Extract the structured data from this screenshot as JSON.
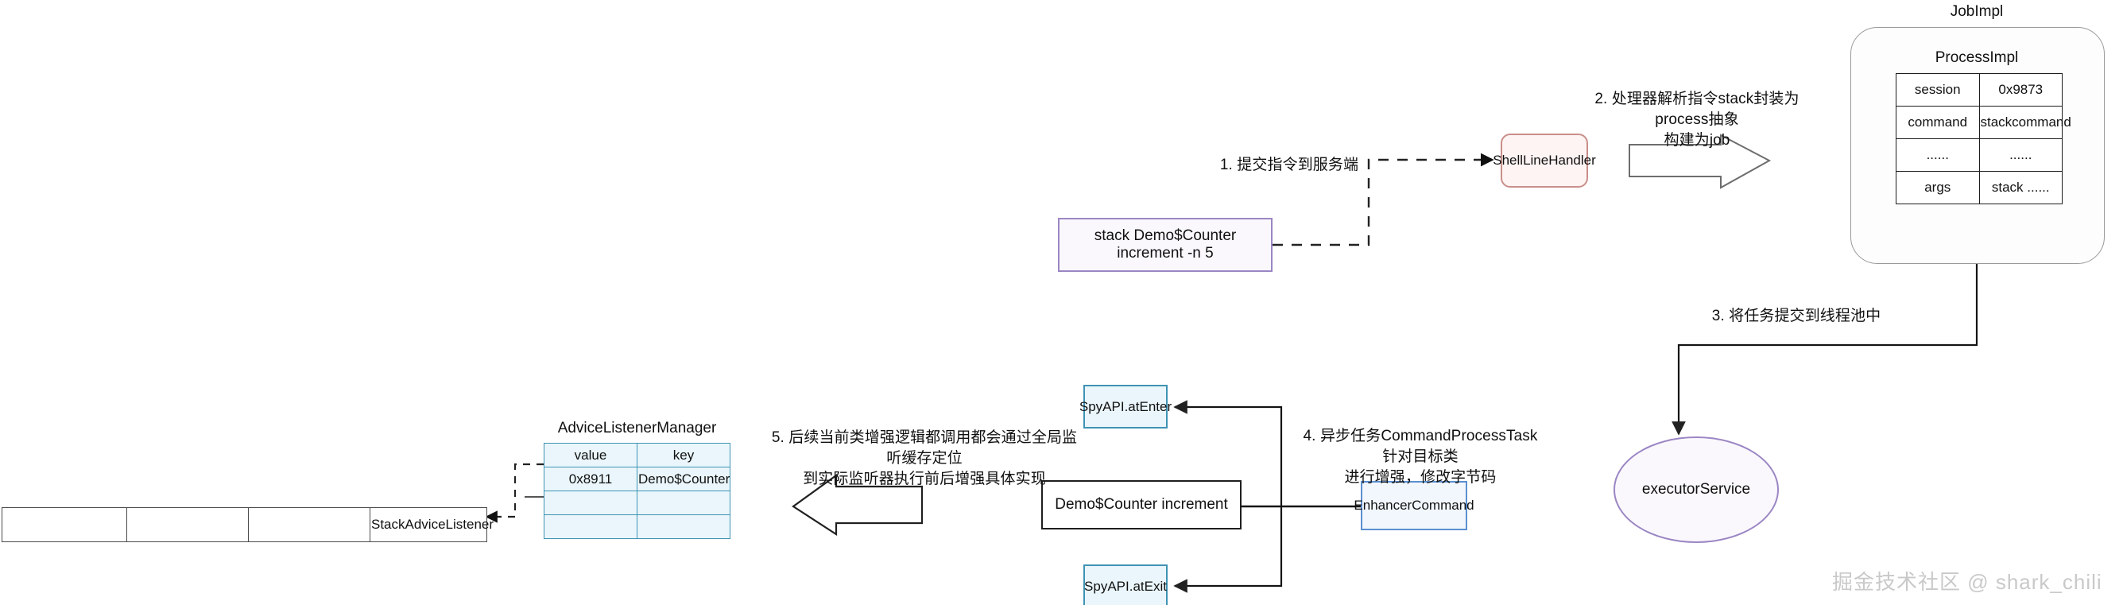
{
  "diagram": {
    "title": "Arthas stack command execution flow",
    "watermark": "掘金技术社区 @ shark_chili"
  },
  "colors": {
    "shell_border": "#c98e8a",
    "command_border": "#9b86c4",
    "spy_border": "#3f93b4",
    "enhancer_border": "#5b8fd0",
    "plain_border": "#1e1e1e",
    "job_border": "#9a9a9a",
    "watermark": "#c9c9c9"
  },
  "nodes": {
    "command_input": {
      "label": "stack Demo$Counter increment  -n 5"
    },
    "shell_line_handler": {
      "label": "ShellLineHandler"
    },
    "job_impl": {
      "label": "JobImpl"
    },
    "process_impl": {
      "label": "ProcessImpl"
    },
    "executor_service": {
      "label": "executorService"
    },
    "spy_enter": {
      "label": "SpyAPI.atEnter"
    },
    "spy_exit": {
      "label": "SpyAPI.atExit"
    },
    "target_method": {
      "label": "Demo$Counter  increment"
    },
    "enhancer_command": {
      "label": "EnhancerCommand"
    },
    "advice_listener_manager": {
      "label": "AdviceListenerManager"
    },
    "stack_advice_listener": {
      "label": "StackAdviceListener"
    }
  },
  "process_table": {
    "rows": [
      {
        "key": "session",
        "value": "0x9873"
      },
      {
        "key": "command",
        "value": "stackcommand"
      },
      {
        "key": "......",
        "value": "......"
      },
      {
        "key": "args",
        "value": "stack ......"
      }
    ]
  },
  "advice_listener_table": {
    "headers": [
      "value",
      "key"
    ],
    "rows": [
      [
        "0x8911",
        "Demo$Counter"
      ],
      [
        "",
        ""
      ],
      [
        "",
        ""
      ]
    ]
  },
  "listener_strip": {
    "cells": [
      "",
      "",
      "",
      "StackAdviceListener"
    ]
  },
  "steps": [
    {
      "id": 1,
      "text": "1. 提交指令到服务端"
    },
    {
      "id": 2,
      "text": "2. 处理器解析指令stack封装为process抽象\n构建为job"
    },
    {
      "id": 3,
      "text": "3. 将任务提交到线程池中"
    },
    {
      "id": 4,
      "text": "4. 异步任务CommandProcessTask针对目标类\n进行增强，修改字节码"
    },
    {
      "id": 5,
      "text": "5. 后续当前类增强逻辑都调用都会通过全局监听缓存定位\n到实际监听器执行前后增强具体实现"
    }
  ]
}
